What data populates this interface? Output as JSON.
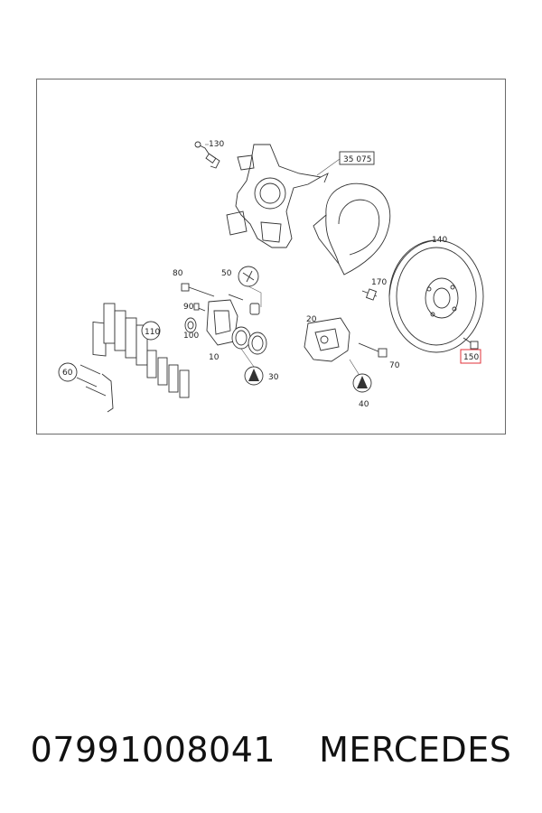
{
  "labels": {
    "l130": "130",
    "l35075": "35 075",
    "l140": "140",
    "l80": "80",
    "l50": "50",
    "l170": "170",
    "l90": "90",
    "l110": "110",
    "l100": "100",
    "l20": "20",
    "l10": "10",
    "l60": "60",
    "l150": "150",
    "l70": "70",
    "l30": "30",
    "l40": "40"
  },
  "highlight_color": "#e0303a",
  "footer": {
    "part_number": "07991008041",
    "brand": "MERCEDES"
  }
}
